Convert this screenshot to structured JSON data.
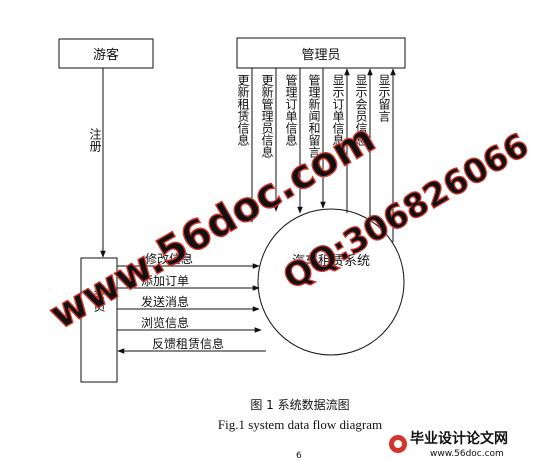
{
  "entities": {
    "visitor": "游客",
    "admin": "管理员",
    "member": "会员"
  },
  "process": {
    "title": "汽车租赁系统"
  },
  "flows": {
    "register": "注册",
    "update_rent": "更新租赁信息",
    "update_admin": "更新管理员信息",
    "manage_order": "管理订单信息",
    "manage_news": "管理新闻和留言",
    "show_order": "显示订单信息",
    "show_member": "显示会员信息",
    "show_message": "显示留言",
    "modify_info": "修改信息",
    "add_order": "添加订单",
    "send_message": "发送消息",
    "browse_info": "浏览信息",
    "feedback_rent": "反馈租赁信息"
  },
  "caption": {
    "cn": "图 1    系统数据流图",
    "en": "Fig.1 system data flow diagram"
  },
  "watermark": {
    "site": "www.56doc.com",
    "qq": "QQ:306826066",
    "footer_cn": "毕业设计论文网",
    "footer_url": "www.56doc.com"
  },
  "page_number": "6",
  "colors": {
    "line": "#111111",
    "watermark_red": "#d4342a",
    "watermark_fill": "#f6c9bf"
  }
}
